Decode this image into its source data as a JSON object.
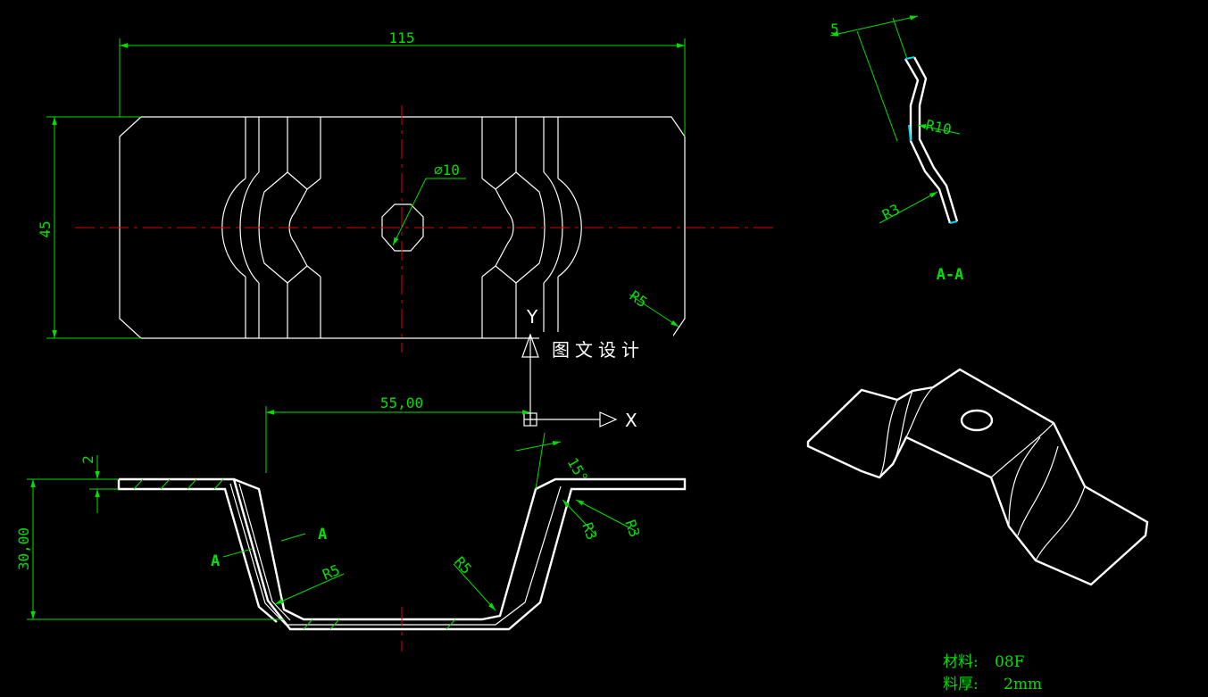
{
  "drawing": {
    "dimensions": {
      "overall_length": "115",
      "overall_width": "45",
      "hole_diameter": "⌀10",
      "corner_radius": "R5",
      "section_offset": "5",
      "section_radius_large": "R10",
      "section_radius_small": "R3",
      "thickness": "2",
      "depth": "30,00",
      "half_length": "55,00",
      "draft_angle": "15°",
      "bend_radius_inner": "R3",
      "bend_radius_outer": "R3",
      "bottom_radius_left": "R5",
      "bottom_radius_right": "R5"
    },
    "section": {
      "label": "A-A",
      "marker_left": "A",
      "marker_right": "A"
    },
    "ucs": {
      "x_label": "X",
      "y_label": "Y"
    },
    "watermark": "图文设计",
    "notes": {
      "material_label": "材料:",
      "material_value": "08F",
      "thickness_label": "料厚:",
      "thickness_value": "2mm"
    },
    "colors": {
      "background": "#000000",
      "geometry": "#ffffff",
      "dimension": "#00e000",
      "centerline": "#e00000",
      "highlight": "#00d8ff"
    }
  }
}
